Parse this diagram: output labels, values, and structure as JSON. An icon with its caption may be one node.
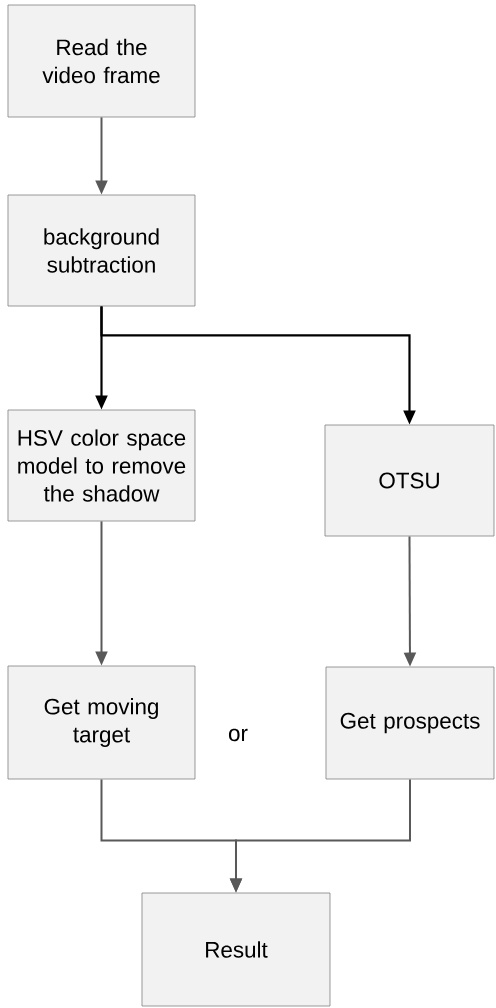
{
  "diagram": {
    "nodes": [
      {
        "text": [
          "Read the video frame"
        ]
      },
      {
        "text": [
          "background subtraction"
        ]
      },
      {
        "text": [
          "HSV color space model to remove the shadow"
        ]
      },
      {
        "text": [
          "OTSU"
        ]
      },
      {
        "text": [
          "Get moving target"
        ]
      },
      {
        "text": [
          "Get prospects"
        ]
      },
      {
        "text": [
          "Result"
        ]
      }
    ],
    "edges": [
      {
        "from": 0,
        "to": 1,
        "arrow": "to"
      },
      {
        "from": 1,
        "to": 2,
        "arrow": "to",
        "color": "#000000"
      },
      {
        "from": 1,
        "to": 3,
        "arrow": "to",
        "color": "#000000"
      },
      {
        "from": 2,
        "to": 4,
        "arrow": "to"
      },
      {
        "from": 3,
        "to": 5,
        "arrow": "to"
      },
      {
        "from": 4,
        "to": 6,
        "arrow": "to"
      },
      {
        "from": 5,
        "to": 6,
        "arrow": "to"
      }
    ],
    "labels": [
      "or"
    ]
  }
}
